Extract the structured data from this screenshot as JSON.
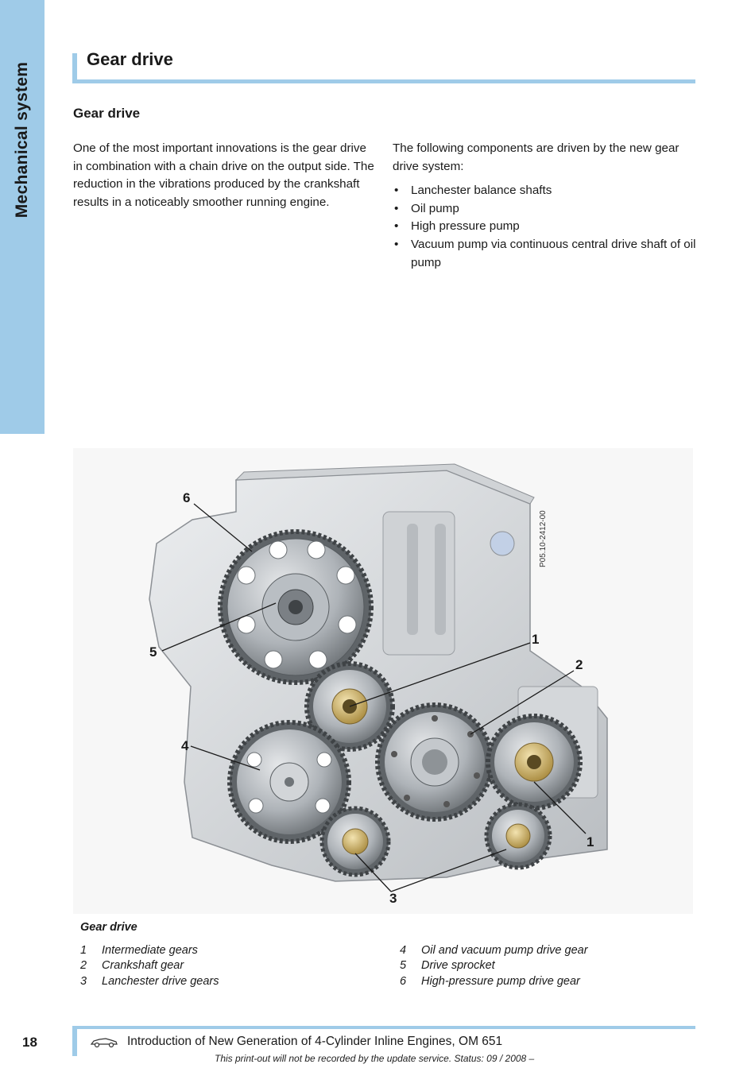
{
  "sidebar": {
    "section_label": "Mechanical system"
  },
  "header": {
    "title": "Gear drive"
  },
  "content": {
    "section_title": "Gear drive",
    "left_paragraph": "One of the most important innovations is the gear drive in combination with a chain drive on the output side. The reduction in the vibrations produced by the crankshaft results in a noticeably smoother running engine.",
    "right_intro": "The following components are driven by the new gear drive system:",
    "bullets": [
      "Lanchester balance shafts",
      "Oil pump",
      "High pressure pump",
      "Vacuum pump via continuous central drive shaft of oil pump"
    ]
  },
  "figure": {
    "image_code": "P05.10-2412-00",
    "callouts": [
      "6",
      "5",
      "1",
      "2",
      "4",
      "1",
      "3"
    ],
    "colors": {
      "gear_dark": "#6f7478",
      "gear_light": "#c9cdd1",
      "block": "#d9dcdf",
      "brass": "#c8a85a"
    }
  },
  "caption": {
    "title": "Gear drive",
    "legend_left": [
      {
        "num": "1",
        "text": "Intermediate gears"
      },
      {
        "num": "2",
        "text": "Crankshaft gear"
      },
      {
        "num": "3",
        "text": "Lanchester drive gears"
      }
    ],
    "legend_right": [
      {
        "num": "4",
        "text": "Oil and vacuum pump drive gear"
      },
      {
        "num": "5",
        "text": "Drive sprocket"
      },
      {
        "num": "6",
        "text": "High-pressure pump drive gear"
      }
    ]
  },
  "footer": {
    "page_number": "18",
    "title": "Introduction of New Generation of 4-Cylinder Inline Engines, OM 651",
    "note": "This print-out will not be recorded by the update service. Status: 09 / 2008 –"
  },
  "colors": {
    "accent": "#9fcbe8"
  }
}
